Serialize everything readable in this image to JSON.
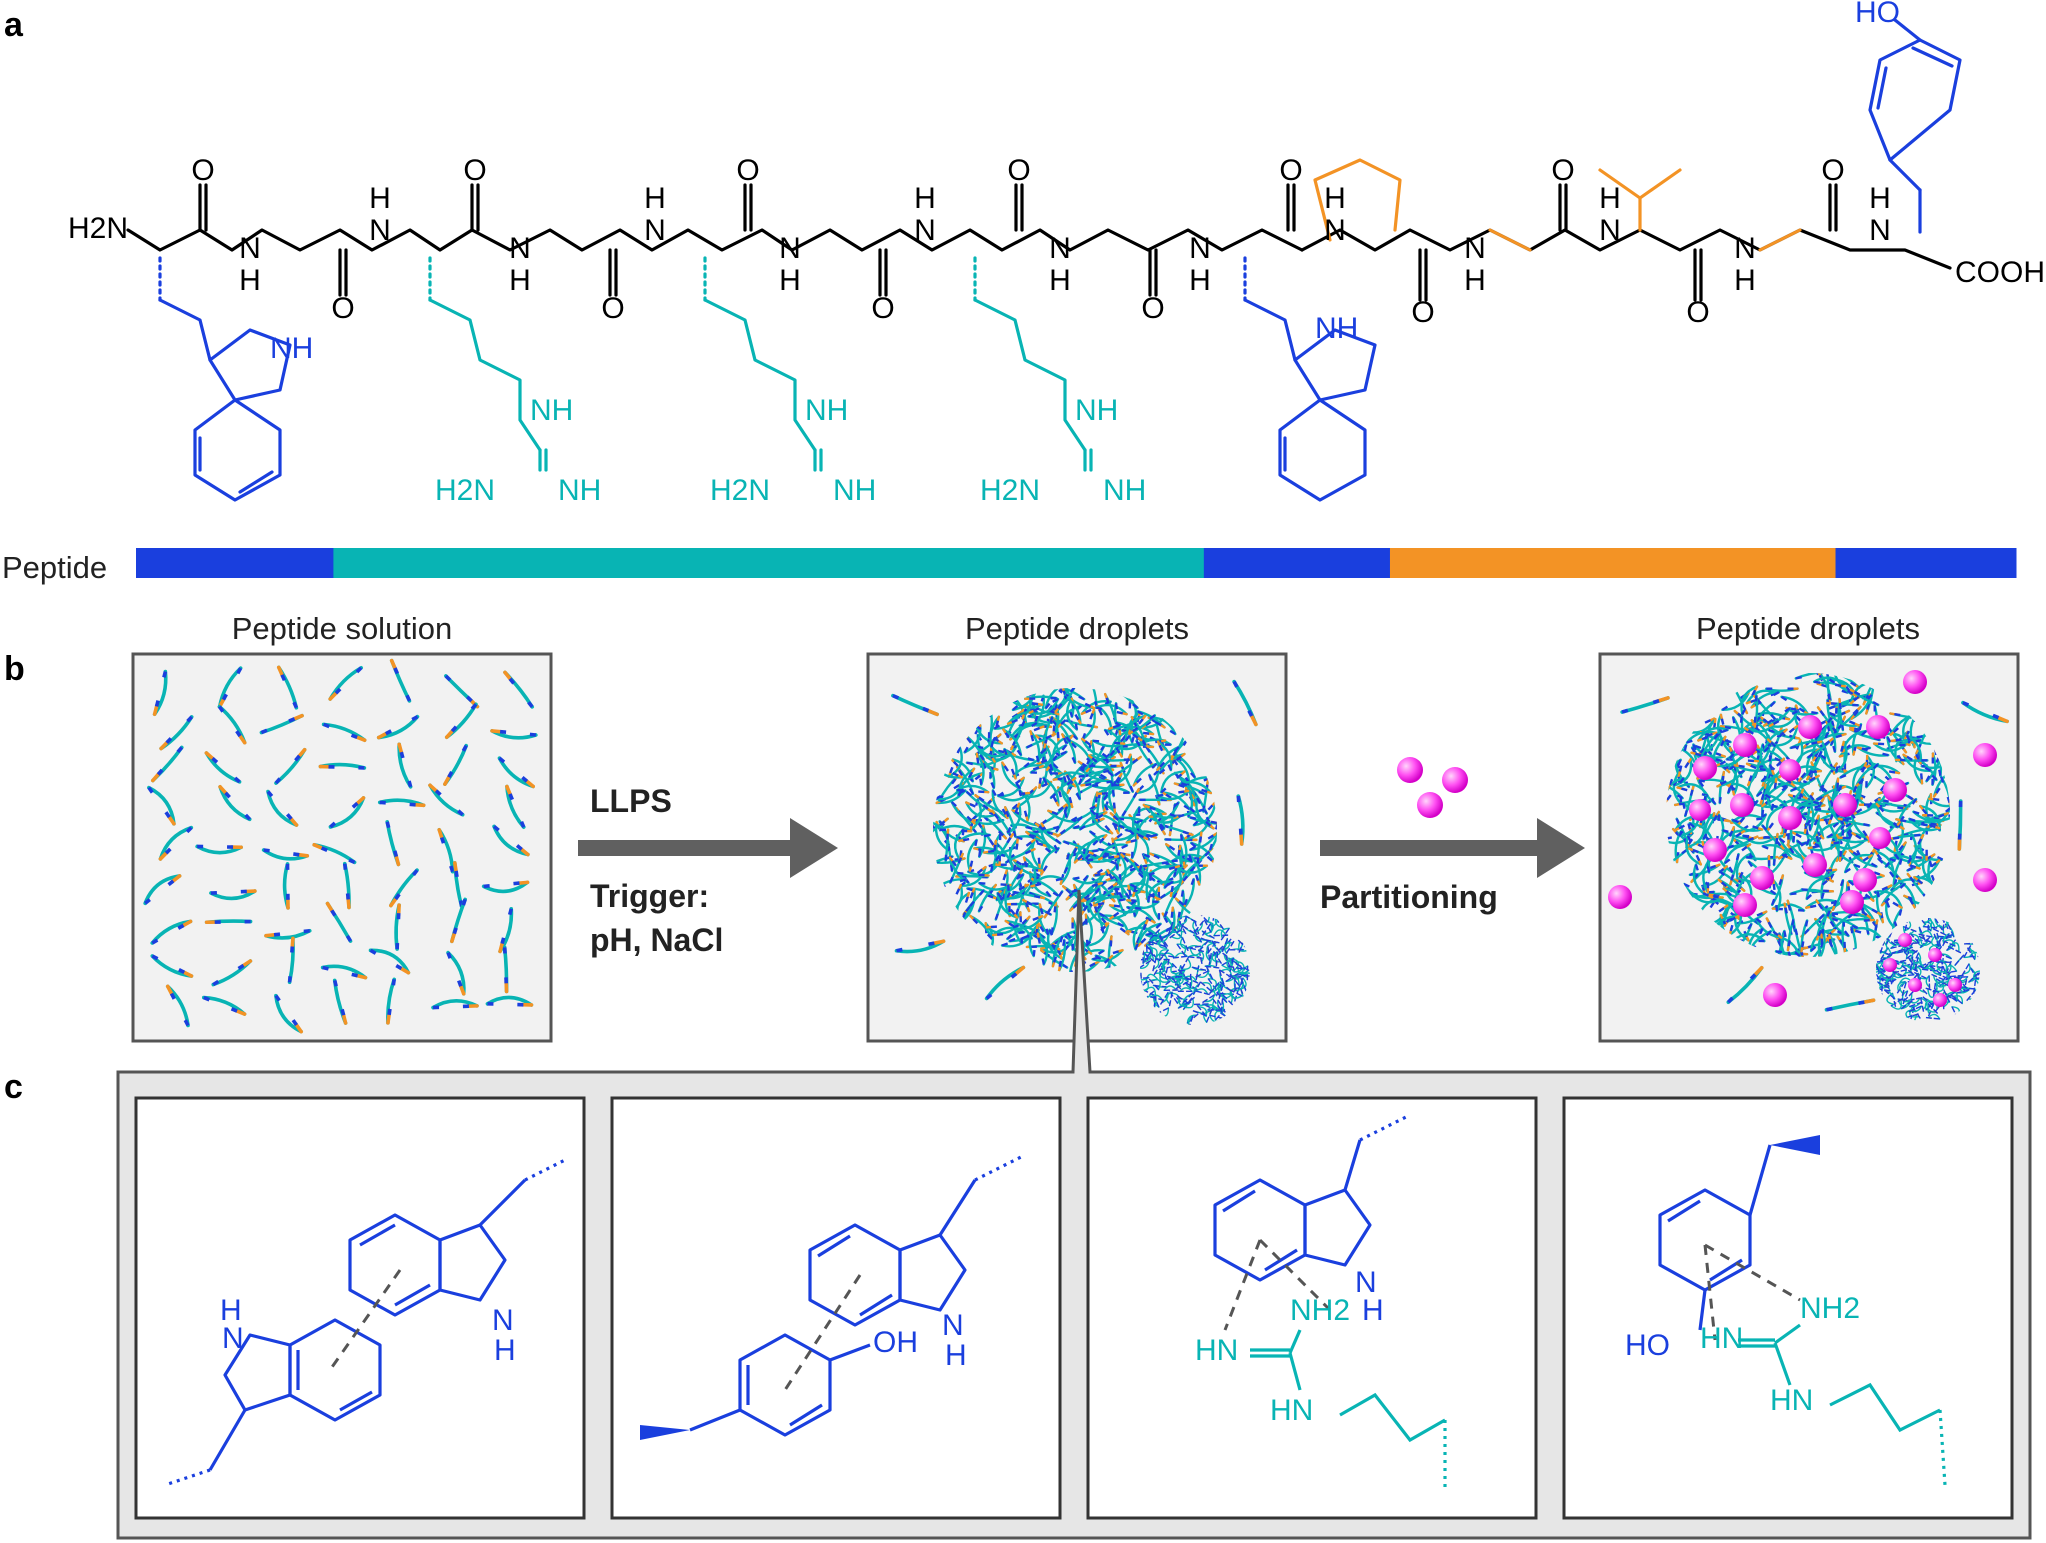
{
  "panels": {
    "a": "a",
    "b": "b",
    "c": "c"
  },
  "peptide_bar": {
    "label": "Peptide",
    "segments": [
      {
        "residues": "W",
        "color": "#1a3fde",
        "fraction": 0.105
      },
      {
        "residues": "GRGRGRG",
        "color": "#08b4b4",
        "fraction": 0.463
      },
      {
        "residues": "W",
        "color": "#1a3fde",
        "fraction": 0.099
      },
      {
        "residues": "PGVG",
        "color": "#f39325",
        "fraction": 0.237
      },
      {
        "residues": "Y",
        "color": "#1a3fde",
        "fraction": 0.096
      }
    ]
  },
  "structure_labels": {
    "n_terminus": "H2N",
    "c_terminus": "COOH",
    "hydroxyl": "HO",
    "oxygen": "O",
    "amide_n": "N",
    "amide_h": "H",
    "indole_nh": "NH",
    "guanidine_nh": "NH",
    "guanidine_nh2": "H2N"
  },
  "colors": {
    "aromatic": "#1a3fde",
    "cationic": "#08b4b4",
    "hydrophobic": "#f39325",
    "backbone": "#000000",
    "cargo": "#ff3df0",
    "arrow": "#606060",
    "box_fill": "#f2f2f2",
    "zoom_fill": "#e6e6e6"
  },
  "panel_b": {
    "box1_title": "Peptide solution",
    "box2_title": "Peptide droplets",
    "box3_title": "Peptide droplets",
    "arrow1_label_top": "LLPS",
    "arrow1_label_bottom_1": "Trigger:",
    "arrow1_label_bottom_2": "pH, NaCl",
    "arrow2_label": "Partitioning"
  },
  "panel_c": {
    "interactions": [
      {
        "name": "Trp–Trp π–π stacking",
        "labels": [
          "H",
          "N",
          "H",
          "N"
        ]
      },
      {
        "name": "Trp–Tyr π–π stacking",
        "labels": [
          "OH",
          "N",
          "H"
        ]
      },
      {
        "name": "Trp–Arg cation–π",
        "labels": [
          "HN",
          "NH2",
          "HN",
          "N",
          "H"
        ]
      },
      {
        "name": "Tyr–Arg cation–π",
        "labels": [
          "HO",
          "HN",
          "NH2",
          "HN"
        ]
      }
    ]
  }
}
